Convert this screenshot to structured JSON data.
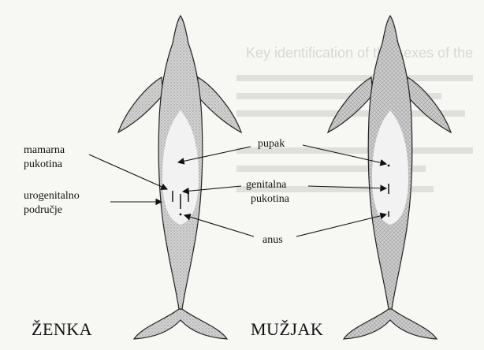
{
  "figure": {
    "labels": {
      "mammary_slits": [
        "mamarna",
        "pukotina"
      ],
      "navel": "pupak",
      "urogenital_area": [
        "urogenitalno",
        "područje"
      ],
      "genital_slit": [
        "genitalna",
        "pukotina"
      ],
      "anus": "anus"
    },
    "captions": {
      "female": "ŽENKA",
      "male": "MUŽJAK"
    },
    "background_text_faint": [
      "Key identification of the",
      "..."
    ]
  },
  "colors": {
    "background": "#f7f7f4",
    "body_fill": "#c9c9c9",
    "belly_fill": "#f2f2f2",
    "outline": "#222222"
  }
}
